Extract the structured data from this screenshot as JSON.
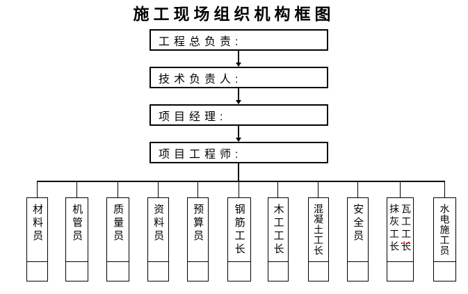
{
  "title": "施工现场组织机构框图",
  "colors": {
    "line": "#000000",
    "background": "#ffffff",
    "spellcheck_underline": "#e00000"
  },
  "chain": [
    {
      "label": "工程总负责:"
    },
    {
      "label": "技术负责人:"
    },
    {
      "label": "项目经理:"
    },
    {
      "label": "项目工程师:"
    }
  ],
  "staff": [
    {
      "label": "材料员"
    },
    {
      "label": "机管员"
    },
    {
      "label": "质量员"
    },
    {
      "label": "资料员"
    },
    {
      "label": "预算员"
    },
    {
      "label": "钢筋工长"
    },
    {
      "label": "木工工长"
    },
    {
      "label": "混凝土工长"
    },
    {
      "label": "安全员"
    },
    {
      "columns": [
        "抹灰工长",
        "瓦工工长"
      ]
    },
    {
      "label": "水电施工员"
    }
  ]
}
